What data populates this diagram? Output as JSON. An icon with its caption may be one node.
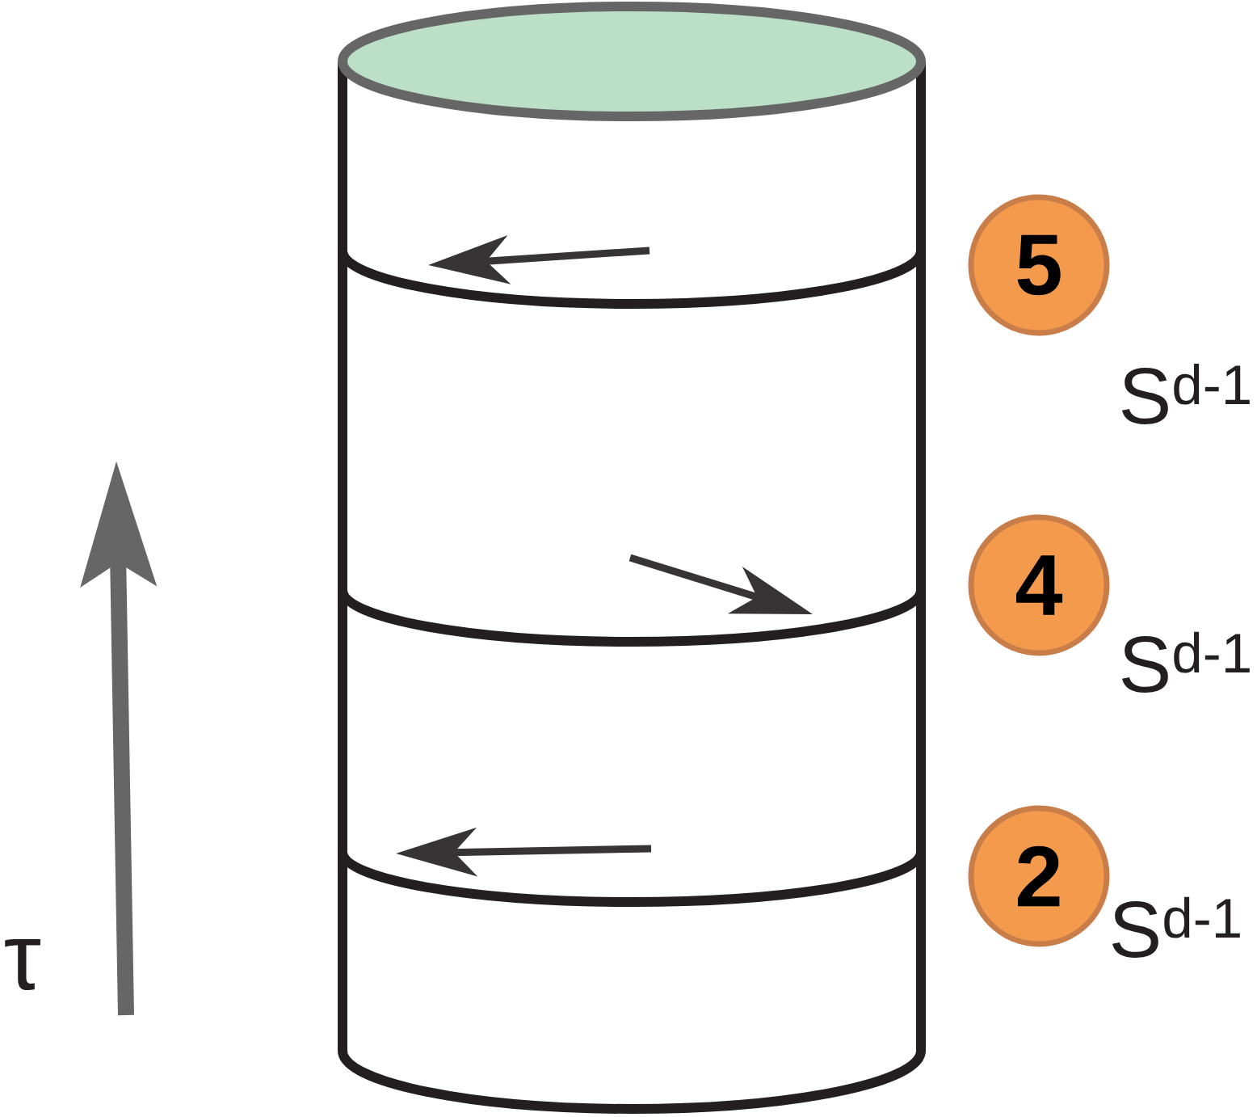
{
  "diagram": {
    "nodes": [
      {
        "text": [
          "5"
        ],
        "beside": [
          "S$^{d-1}$"
        ]
      },
      {
        "text": [
          "4"
        ],
        "beside": [
          "S$^{d-1}$"
        ]
      },
      {
        "text": [
          "2"
        ],
        "beside": [
          "S$^{d-1}$"
        ]
      }
    ],
    "labels": [
      "τ"
    ]
  }
}
